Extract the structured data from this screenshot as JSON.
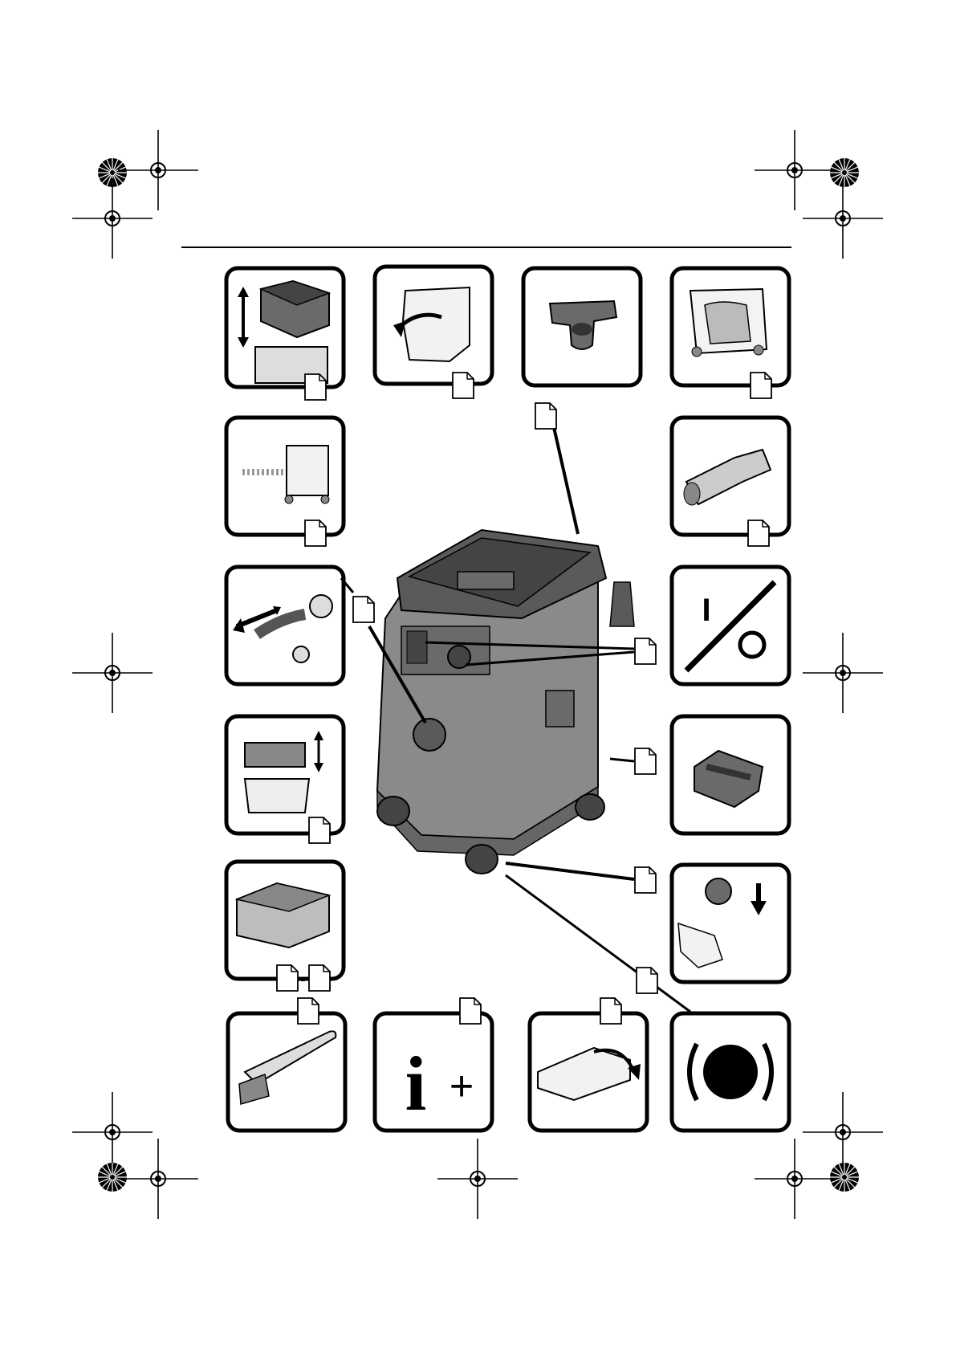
{
  "page": {
    "background": "#ffffff",
    "ink_color": "#1a1a1a",
    "tile_fill": "#ffffff",
    "machine_body": "#8a8a8a",
    "machine_dark": "#5a5a5a",
    "machine_light": "#b8b8b8"
  },
  "registration_marks": [
    "crosshair-icon",
    "starburst-icon"
  ],
  "tiles": [
    {
      "name": "tile-lift-head",
      "icon": "lift-head-icon"
    },
    {
      "name": "tile-rotate-container",
      "icon": "rotate-container-icon"
    },
    {
      "name": "tile-hose-holder",
      "icon": "hose-holder-icon"
    },
    {
      "name": "tile-dust-bag",
      "icon": "dust-bag-icon"
    },
    {
      "name": "tile-push-vacuum",
      "icon": "push-vacuum-icon"
    },
    {
      "name": "tile-hose-adapter",
      "icon": "hose-adapter-icon"
    },
    {
      "name": "tile-connect-hose",
      "icon": "connect-hose-icon"
    },
    {
      "name": "tile-on-off",
      "icon": "on-off-icon",
      "label": "I"
    },
    {
      "name": "tile-insert-filter",
      "icon": "insert-filter-icon"
    },
    {
      "name": "tile-accessory-holder",
      "icon": "accessory-holder-icon"
    },
    {
      "name": "tile-flat-filter",
      "icon": "flat-filter-icon"
    },
    {
      "name": "tile-caster-brake",
      "icon": "caster-brake-icon"
    },
    {
      "name": "tile-brush",
      "icon": "brush-icon"
    },
    {
      "name": "tile-info",
      "icon": "info-icon",
      "label": "+"
    },
    {
      "name": "tile-open-box",
      "icon": "open-box-icon"
    },
    {
      "name": "tile-noise",
      "icon": "noise-icon"
    }
  ],
  "page_refs": 17,
  "info_glyph": "i"
}
